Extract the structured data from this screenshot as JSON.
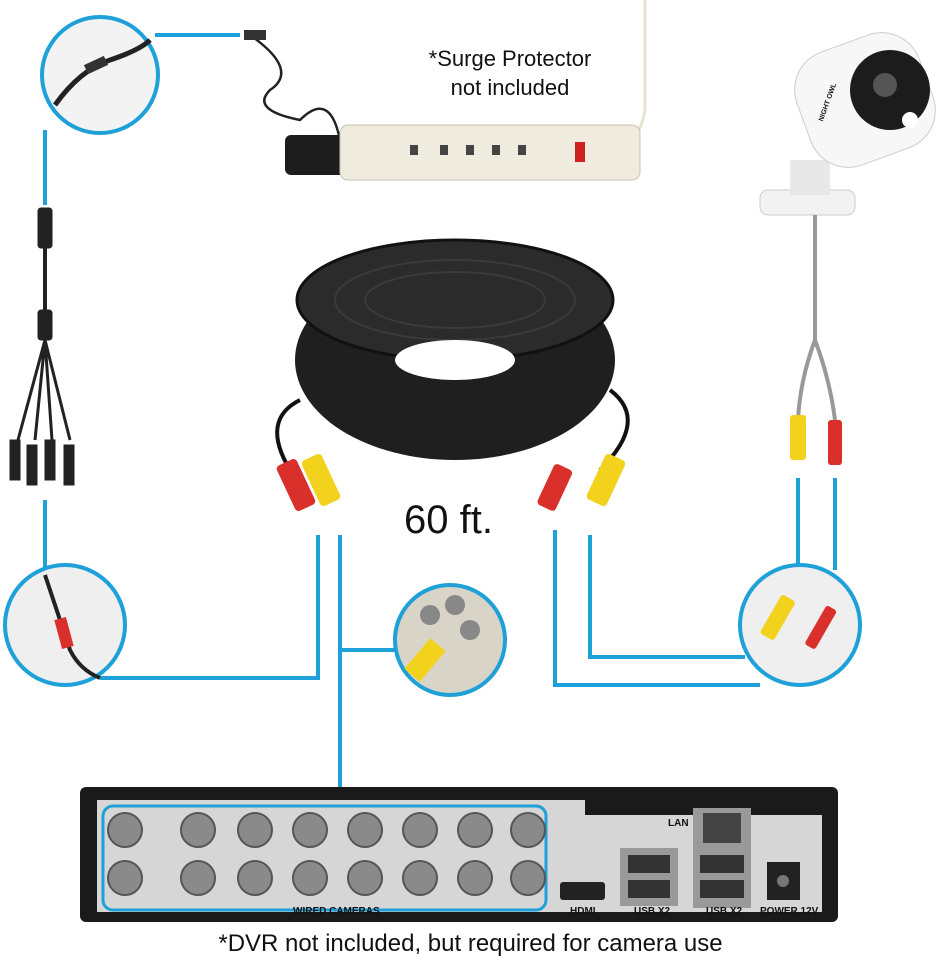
{
  "notes": {
    "surge_line1": "*Surge Protector",
    "surge_line2": "not included",
    "cable_length": "60 ft.",
    "dvr_note": "*DVR not included, but required for camera use"
  },
  "camera": {
    "brand": "NIGHT OWL"
  },
  "dvr": {
    "wired_cameras": "WIRED CAMERAS",
    "hdmi": "HDMI",
    "usb_left": "USB X2",
    "usb_right": "USB X2",
    "power": "POWER 12V",
    "lan": "LAN"
  },
  "colors": {
    "accent": "#1ea0d8",
    "cable": "#1a1a1a",
    "video_plug": "#f2d21c",
    "power_plug": "#d9302c"
  }
}
